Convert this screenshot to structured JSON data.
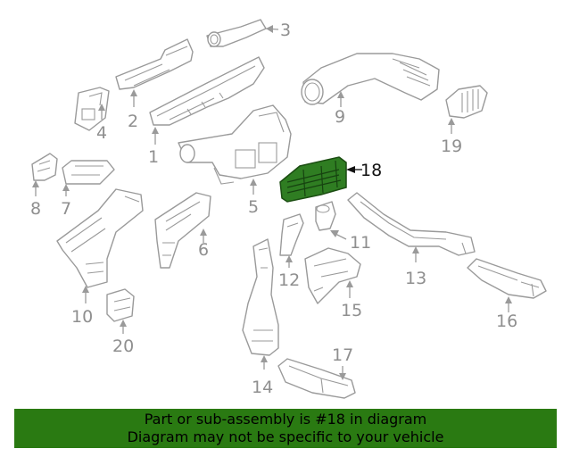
{
  "diagram": {
    "labels": {
      "p1": "1",
      "p2": "2",
      "p3": "3",
      "p4": "4",
      "p5": "5",
      "p6": "6",
      "p7": "7",
      "p8": "8",
      "p9": "9",
      "p10": "10",
      "p11": "11",
      "p12": "12",
      "p13": "13",
      "p14": "14",
      "p15": "15",
      "p16": "16",
      "p17": "17",
      "p18": "18",
      "p19": "19",
      "p20": "20"
    },
    "highlighted_part": "18",
    "highlight_color": "#2f7d22",
    "line_color": "#9a9a9a"
  },
  "banner": {
    "line1": "Part or sub-assembly is #18 in diagram",
    "line2": "Diagram may not be specific to your vehicle",
    "background": "#2a7a12"
  }
}
